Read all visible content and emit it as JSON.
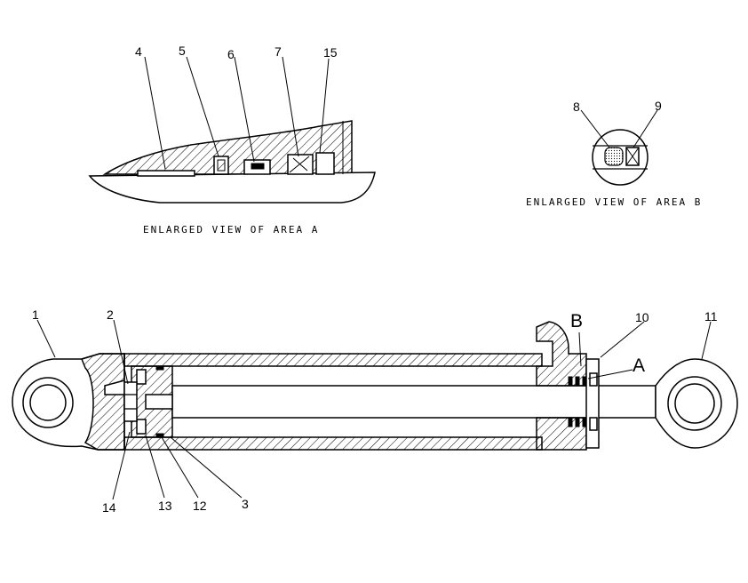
{
  "captions": {
    "area_a": "ENLARGED VIEW OF AREA A",
    "area_b": "ENLARGED VIEW OF AREA B"
  },
  "area_a_callouts": [
    "4",
    "5",
    "6",
    "7",
    "15"
  ],
  "area_b_callouts": [
    "8",
    "9"
  ],
  "main_callouts": [
    "1",
    "2",
    "10",
    "11",
    "14",
    "13",
    "12",
    "3"
  ],
  "area_markers": {
    "b": "B",
    "a": "A"
  }
}
